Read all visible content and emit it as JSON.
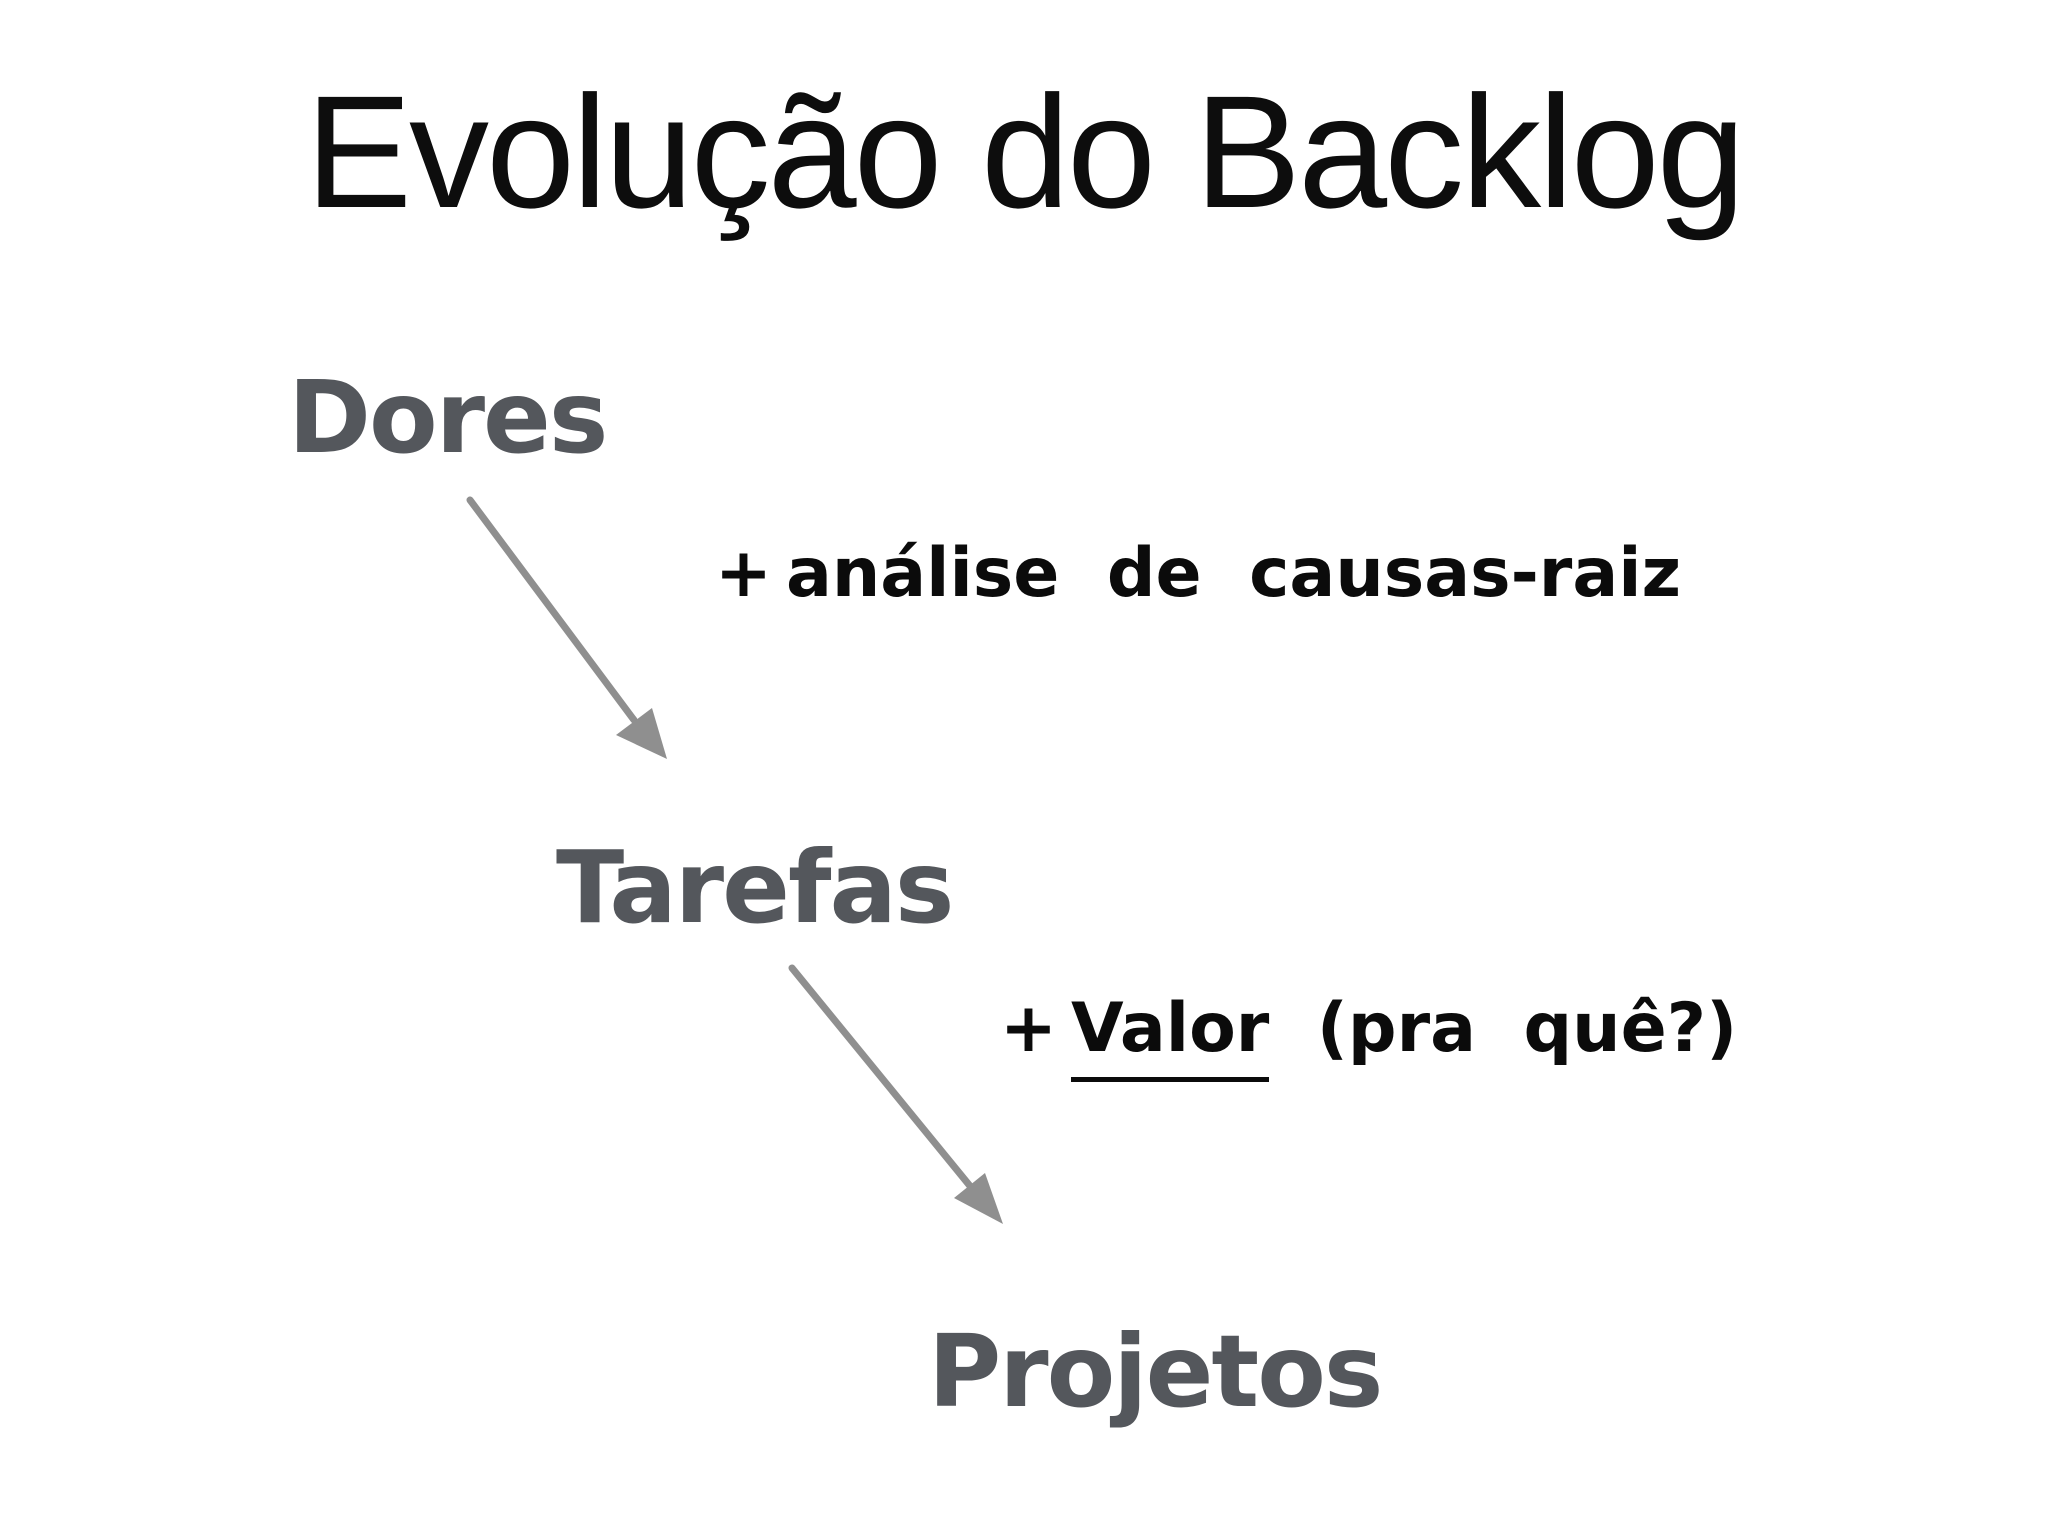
{
  "slide": {
    "title": "Evolução do Backlog",
    "nodes": [
      {
        "label": "Dores"
      },
      {
        "label": "Tarefas"
      },
      {
        "label": "Projetos"
      }
    ],
    "annotations": [
      {
        "prefix": "+",
        "text": "análise de causas-raiz"
      },
      {
        "prefix": "+",
        "underlined": "Valor",
        "suffix": "(pra quê?)"
      }
    ],
    "arrows": [
      {
        "name": "dores-to-tarefas"
      },
      {
        "name": "tarefas-to-projetos"
      }
    ],
    "colors": {
      "background": "#ffffff",
      "title": "#0d0d0d",
      "node_label": "#54575c",
      "annotation": "#0b0b0b",
      "arrow": "#8f8f8f"
    }
  }
}
